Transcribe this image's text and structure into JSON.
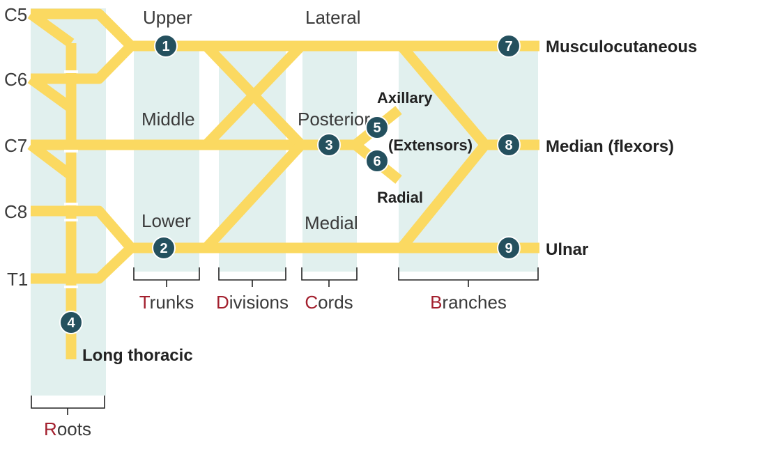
{
  "colors": {
    "nerve": "#fbd961",
    "band": "#e1f0ee",
    "circle": "#24505e",
    "initial": "#a3202e",
    "bracket": "#222222"
  },
  "roots": [
    "C5",
    "C6",
    "C7",
    "C8",
    "T1"
  ],
  "trunks": {
    "upper": "Upper",
    "middle": "Middle",
    "lower": "Lower"
  },
  "cords": {
    "lateral": "Lateral",
    "posterior": "Posterior",
    "medial": "Medial"
  },
  "posterior_branches": {
    "axillary": "Axillary",
    "extensors": "(Extensors)",
    "radial": "Radial"
  },
  "terminal_branches": {
    "musculocutaneous": "Musculocutaneous",
    "median": "Median (flexors)",
    "ulnar": "Ulnar",
    "long_thoracic": "Long thoracic"
  },
  "numbers": [
    "1",
    "2",
    "3",
    "4",
    "5",
    "6",
    "7",
    "8",
    "9"
  ],
  "categories": {
    "roots": {
      "initial": "R",
      "rest": "oots"
    },
    "trunks": {
      "initial": "T",
      "rest": "runks"
    },
    "divisions": {
      "initial": "D",
      "rest": "ivisions"
    },
    "cords": {
      "initial": "C",
      "rest": "ords"
    },
    "branches": {
      "initial": "B",
      "rest": "ranches"
    }
  }
}
